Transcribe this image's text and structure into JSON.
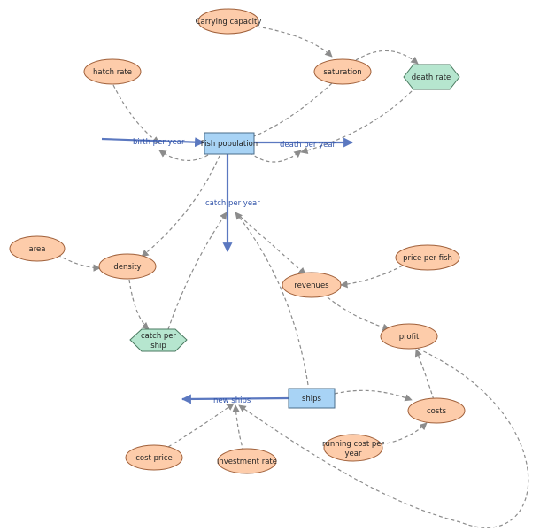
{
  "variables": {
    "carrying_capacity": "Carrying capacity",
    "hatch_rate": "hatch rate",
    "saturation": "saturation",
    "area": "area",
    "density": "density",
    "price_per_fish": "price per fish",
    "revenues": "revenues",
    "profit": "profit",
    "costs": "costs",
    "running_cost_per_year_line1": "running cost per",
    "running_cost_per_year_line2": "year",
    "cost_price": "cost price",
    "investment_rate": "investment rate"
  },
  "auxiliaries": {
    "death_rate": "death rate",
    "catch_per_ship_line1": "catch per",
    "catch_per_ship_line2": "ship"
  },
  "stocks": {
    "fish_population": "Fish population",
    "ships": "ships"
  },
  "flows": {
    "birth_per_year": "birth per year",
    "death_per_year": "death per year",
    "catch_per_year": "catch per year",
    "new_ships": "new ships"
  },
  "colors": {
    "variable_fill": "#fdccaa",
    "auxiliary_fill": "#b6e6cf",
    "stock_fill": "#a8d3f5",
    "flow_stroke": "#5b78c0",
    "link_stroke": "#8c8c8c"
  }
}
